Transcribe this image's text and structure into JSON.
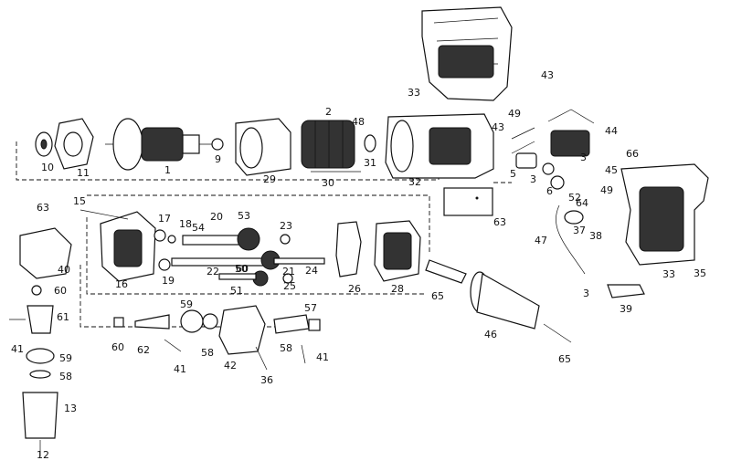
{
  "callouts": [
    "1",
    "2",
    "3",
    "3",
    "3",
    "5",
    "6",
    "9",
    "10",
    "11",
    "12",
    "13",
    "15",
    "16",
    "17",
    "18",
    "19",
    "20",
    "21",
    "22",
    "23",
    "24",
    "25",
    "26",
    "28",
    "29",
    "30",
    "31",
    "32",
    "33",
    "33",
    "35",
    "36",
    "37",
    "38",
    "39",
    "40",
    "41",
    "41",
    "41",
    "42",
    "43",
    "43",
    "44",
    "45",
    "46",
    "47",
    "48",
    "49",
    "49",
    "50",
    "51",
    "52",
    "53",
    "54",
    "57",
    "58",
    "58",
    "58",
    "59",
    "59",
    "60",
    "60",
    "60",
    "61",
    "62",
    "63",
    "63",
    "64",
    "65",
    "65",
    "66"
  ]
}
